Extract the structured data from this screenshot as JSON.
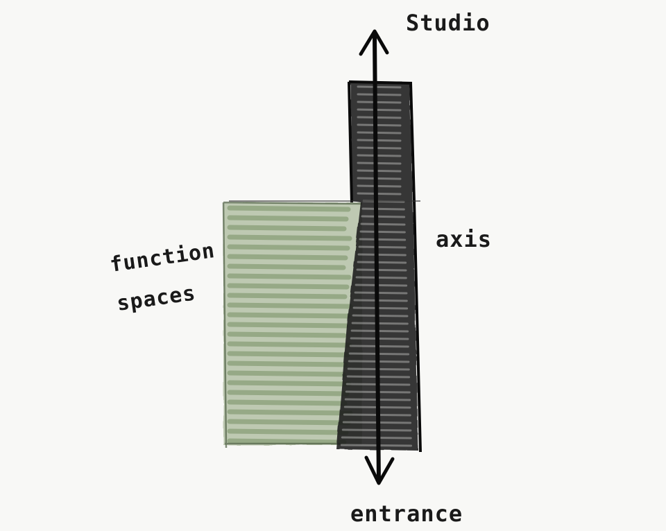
{
  "labels": {
    "top": "Studio",
    "right": "axis",
    "left_line1": "function",
    "left_line2": "spaces",
    "bottom": "entrance"
  },
  "colors": {
    "background": "#f8f8f6",
    "function_zone": "#8fa47c",
    "axis_zone": "#1c1c1c",
    "ink": "#1a1a1a"
  }
}
